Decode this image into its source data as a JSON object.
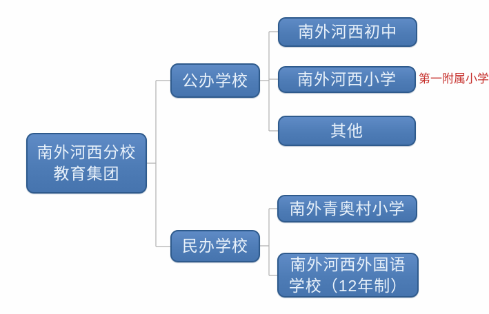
{
  "diagram": {
    "root": {
      "line1": "南外河西分校",
      "line2": "教育集团"
    },
    "branches": [
      {
        "label": "公办学校",
        "children": [
          {
            "label": "南外河西初中"
          },
          {
            "label": "南外河西小学",
            "annotation": "第一附属小学"
          },
          {
            "label": "其他"
          }
        ]
      },
      {
        "label": "民办学校",
        "children": [
          {
            "label": "南外青奥村小学"
          },
          {
            "line1": "南外河西外国语",
            "line2": "学校（12年制）"
          }
        ]
      }
    ],
    "colors": {
      "node_fill": "#4f7cb6",
      "node_border": "#2e5a8c",
      "node_text": "#e8f1fa",
      "connector": "#b0b0b0",
      "annotation_red": "#c62f2b"
    }
  }
}
